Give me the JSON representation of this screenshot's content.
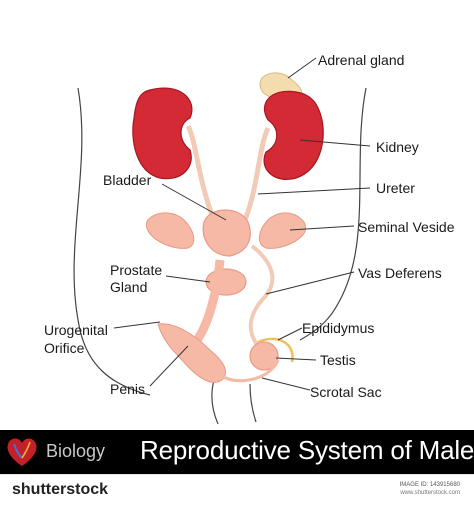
{
  "diagram": {
    "labels": {
      "adrenal_gland": "Adrenal gland",
      "kidney": "Kidney",
      "bladder": "Bladder",
      "ureter": "Ureter",
      "seminal_vesicle": "Seminal Veside",
      "prostate_line1": "Prostate",
      "prostate_line2": "Gland",
      "vas_deferens": "Vas Deferens",
      "urogenital_line1": "Urogenital",
      "urogenital_line2": "Orifice",
      "epididymus": "Epididymus",
      "testis": "Testis",
      "penis": "Penis",
      "scrotal_sac": "Scrotal Sac"
    },
    "colors": {
      "kidney": "#d42a35",
      "kidney_shade": "#a5161f",
      "tissue": "#f6b9a6",
      "tissue_light": "#fbd4c5",
      "tissue_dark": "#e79a86",
      "adrenal": "#f3dcae",
      "body_outline": "#444444",
      "leader": "#333333"
    }
  },
  "banner": {
    "subject": "Biology",
    "title": "Reproductive System of Male",
    "icon": "heart-icon",
    "background": "#000000"
  },
  "footer": {
    "brand": "shutterstock",
    "image_id": "IMAGE ID: 143915680",
    "site": "www.shutterstock.com"
  }
}
